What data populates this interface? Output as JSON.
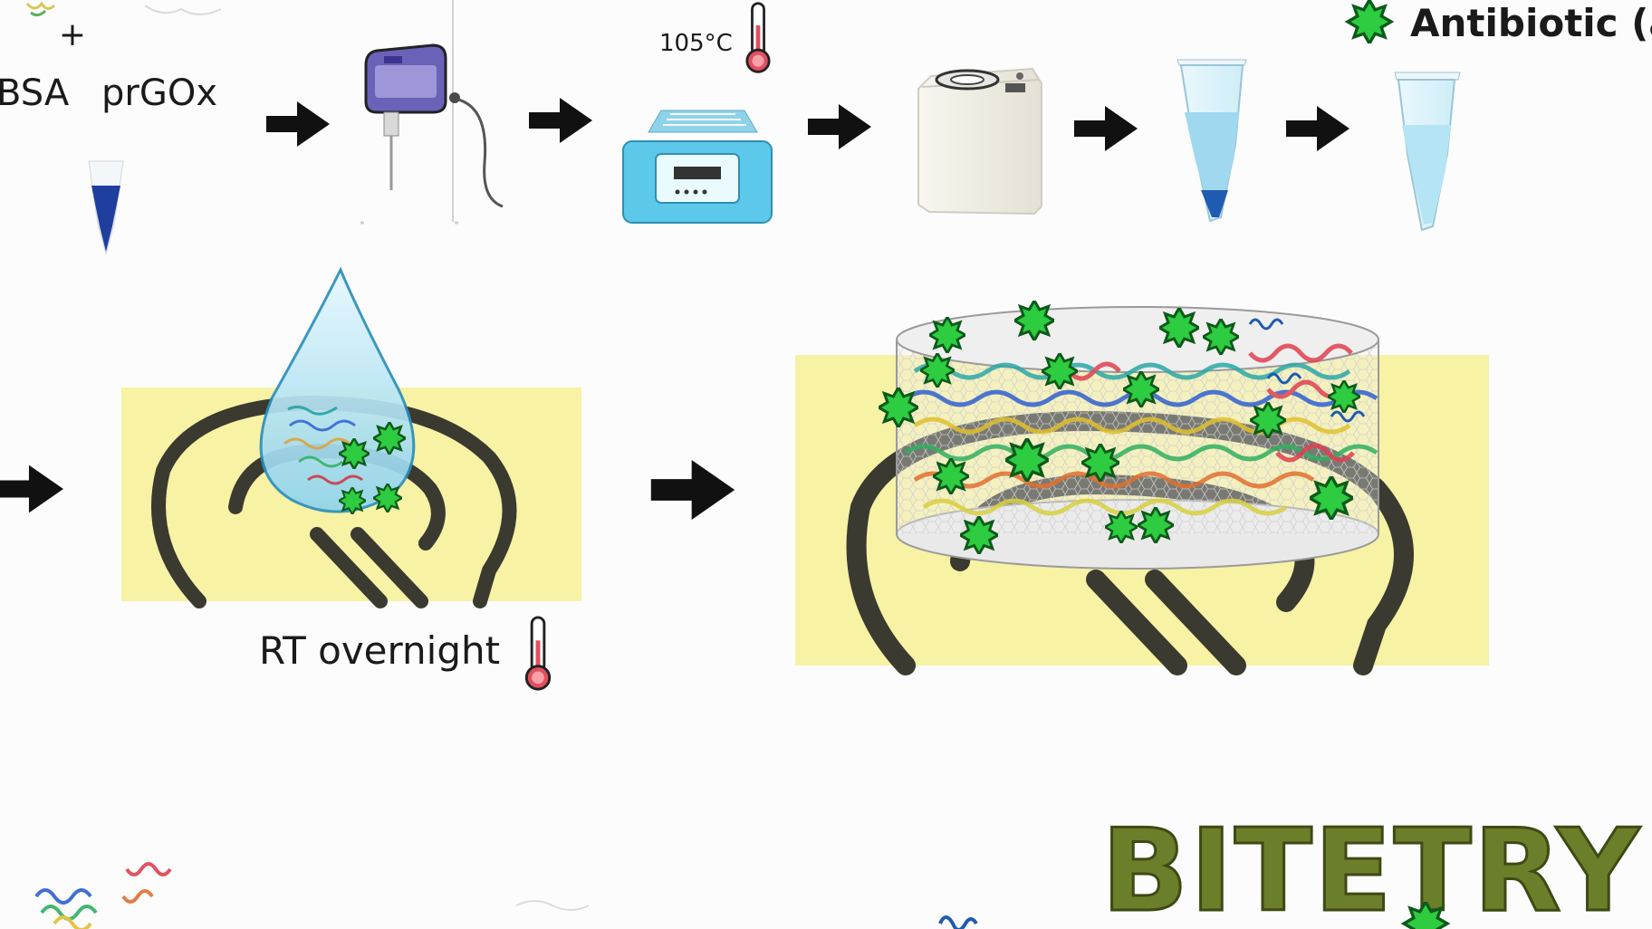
{
  "top_row": {
    "reagent_1": "BSA",
    "reagent_2": "prGOx",
    "plus_sign": "+",
    "oven_temperature": "105°C"
  },
  "legend": {
    "antibiotic_label": "Antibiotic (al"
  },
  "middle_row": {
    "incubation_label": "RT overnight"
  },
  "brand": {
    "name": "BITETRY",
    "color": "#6b7f2a"
  },
  "colors": {
    "arrow": "#111111",
    "electrode_substrate": "#f7f2a4",
    "electrode_trace": "#3a3a30",
    "antibiotic_star": "#2ecc40",
    "star_outline": "#0d5a1a",
    "droplet_fill": "#bfe9f5",
    "droplet_outline": "#2a8fbf",
    "tube_liquid": "#9fd8ef",
    "pellet": "#1f5bb0",
    "incubator": "#5cc8ea",
    "thermometer": "#e0505f"
  },
  "icons": [
    "sonicator-icon",
    "incubator-icon",
    "centrifuge-icon",
    "tube-with-pellet-icon",
    "tube-icon",
    "thermometer-icon",
    "droplet-icon",
    "electrode-icon",
    "antibiotic-star-icon",
    "arrow-right-icon"
  ]
}
